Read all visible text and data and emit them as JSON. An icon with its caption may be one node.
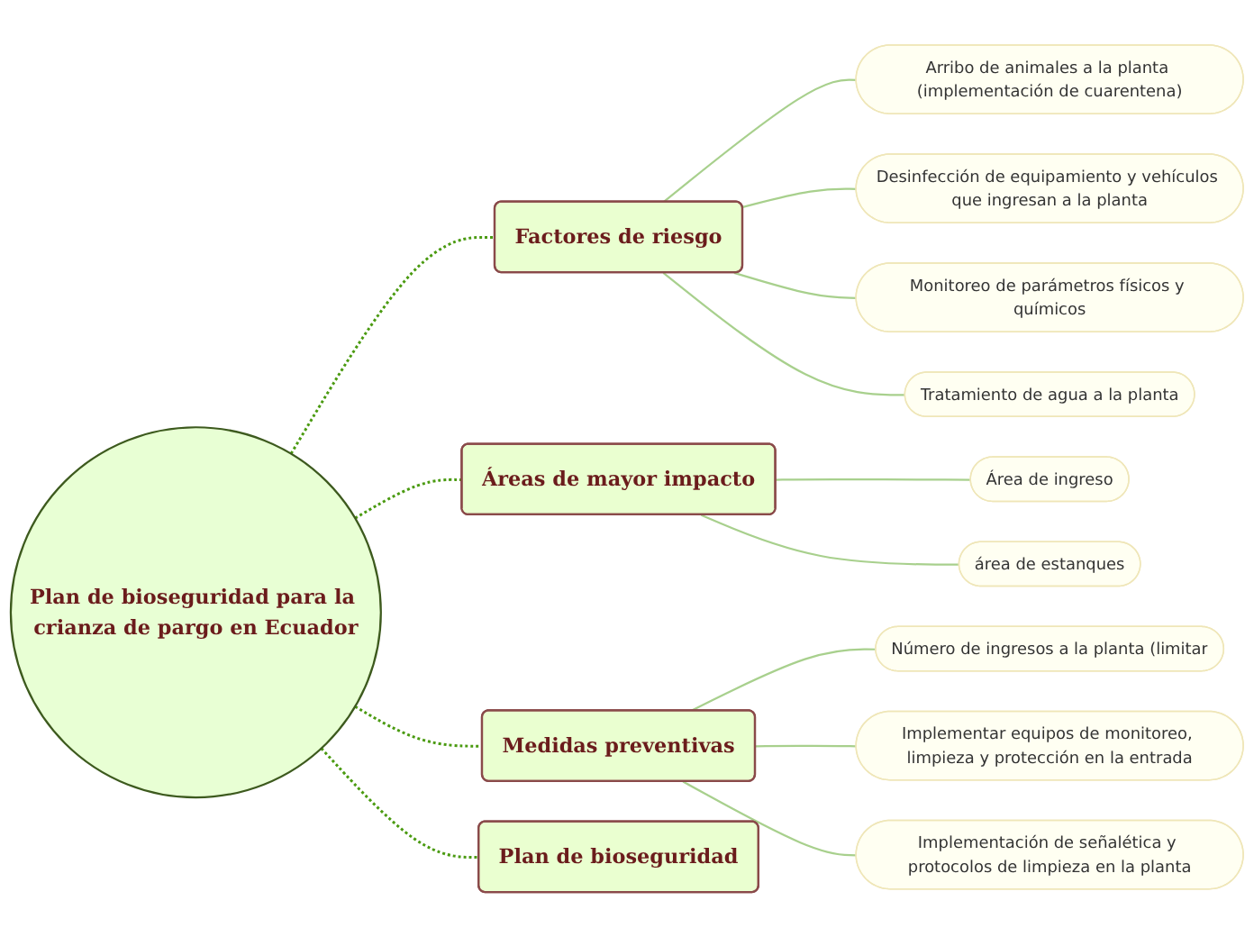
{
  "diagram": {
    "nodes": [
      {
        "text": [
          "Plan de bioseguridad para la crianza de pargo en Ecuador"
        ]
      },
      {
        "text": [
          "Factores de riesgo"
        ]
      },
      {
        "text": [
          "Arribo de animales a la planta (implementación de cuarentena)"
        ]
      },
      {
        "text": [
          "Desinfección de equipamiento y vehículos que ingresan a la planta"
        ]
      },
      {
        "text": [
          "Monitoreo de parámetros físicos y químicos"
        ]
      },
      {
        "text": [
          "Tratamiento de agua a la planta"
        ]
      },
      {
        "text": [
          "Áreas de mayor impacto"
        ]
      },
      {
        "text": [
          "Área de ingreso"
        ]
      },
      {
        "text": [
          "área de estanques"
        ]
      },
      {
        "text": [
          "Medidas preventivas"
        ]
      },
      {
        "text": [
          "Número de ingresos a la planta (limitar"
        ]
      },
      {
        "text": [
          "Implementar equipos de monitoreo, limpieza y protección en la entrada"
        ]
      },
      {
        "text": [
          "Implementación de señalética y protocolos de limpieza en la planta"
        ]
      },
      {
        "text": [
          "Plan de bioseguridad"
        ]
      }
    ],
    "edges": [
      {
        "from": 0,
        "to": 1,
        "arrow": "none",
        "style": "dashed",
        "color": "#4a9a10"
      },
      {
        "from": 1,
        "to": 2,
        "arrow": "none"
      },
      {
        "from": 1,
        "to": 3,
        "arrow": "none"
      },
      {
        "from": 1,
        "to": 4,
        "arrow": "none"
      },
      {
        "from": 1,
        "to": 5,
        "arrow": "none"
      },
      {
        "from": 0,
        "to": 6,
        "arrow": "none",
        "style": "dashed",
        "color": "#4a9a10"
      },
      {
        "from": 6,
        "to": 7,
        "arrow": "none"
      },
      {
        "from": 6,
        "to": 8,
        "arrow": "none"
      },
      {
        "from": 0,
        "to": 9,
        "arrow": "none",
        "style": "dashed",
        "color": "#4a9a10"
      },
      {
        "from": 9,
        "to": 10,
        "arrow": "none"
      },
      {
        "from": 9,
        "to": 11,
        "arrow": "none"
      },
      {
        "from": 9,
        "to": 12,
        "arrow": "none"
      },
      {
        "from": 0,
        "to": 13,
        "arrow": "none",
        "style": "dashed",
        "color": "#4a9a10"
      }
    ]
  }
}
